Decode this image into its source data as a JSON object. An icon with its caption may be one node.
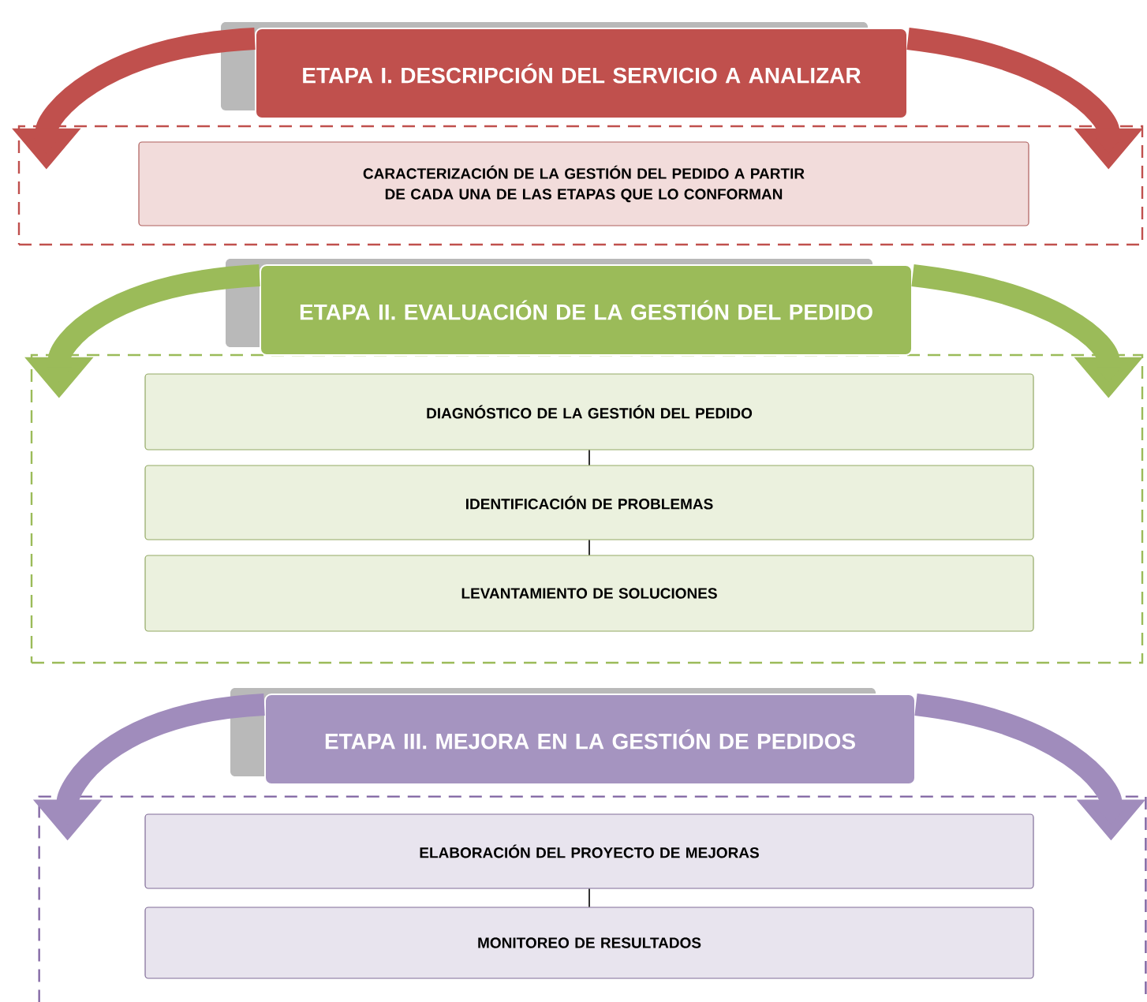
{
  "diagram": {
    "nodes": [
      {
        "text": [
          "ETAPA I. DESCRIPCIÓN DEL SERVICIO A ANALIZAR"
        ]
      },
      {
        "text": [],
        "shape": "box"
      },
      {
        "text": [
          "CARACTERIZACIÓN DE LA GESTIÓN DEL PEDIDO A PARTIR DE CADA UNA DE LAS ETAPAS QUE LO CONFORMAN"
        ],
        "in": 1
      },
      {
        "text": [
          "ETAPA II. EVALUACIÓN DE LA GESTIÓN DEL PEDIDO"
        ]
      },
      {
        "text": [],
        "shape": "box"
      },
      {
        "text": [
          "DIAGNÓSTICO DE LA GESTIÓN DEL PEDIDO"
        ],
        "in": 4
      },
      {
        "text": [
          "IDENTIFICACIÓN DE PROBLEMAS"
        ],
        "in": 4
      },
      {
        "text": [
          "LEVANTAMIENTO DE SOLUCIONES"
        ],
        "in": 4
      },
      {
        "text": [
          "ETAPA III. MEJORA EN LA GESTIÓN DE PEDIDOS"
        ]
      },
      {
        "text": [],
        "shape": "box"
      },
      {
        "text": [
          "ELABORACIÓN DEL PROYECTO DE MEJORAS"
        ],
        "in": 9
      },
      {
        "text": [
          "MONITOREO DE RESULTADOS"
        ],
        "in": 9
      }
    ],
    "edges": [
      {
        "from": 0,
        "to": 1,
        "arrow": "to",
        "color": "#c0504d"
      },
      {
        "from": 0,
        "to": 1,
        "arrow": "to",
        "color": "#c0504d"
      },
      {
        "from": 3,
        "to": 4,
        "arrow": "to",
        "color": "#9bbb59"
      },
      {
        "from": 3,
        "to": 4,
        "arrow": "to",
        "color": "#9bbb59"
      },
      {
        "from": 8,
        "to": 9,
        "arrow": "to",
        "color": "#a08cbc"
      },
      {
        "from": 8,
        "to": 9,
        "arrow": "to",
        "color": "#a08cbc"
      },
      {
        "from": 5,
        "to": 6,
        "arrow": "none"
      },
      {
        "from": 6,
        "to": 7,
        "arrow": "none"
      },
      {
        "from": 10,
        "to": 11,
        "arrow": "none"
      }
    ]
  }
}
